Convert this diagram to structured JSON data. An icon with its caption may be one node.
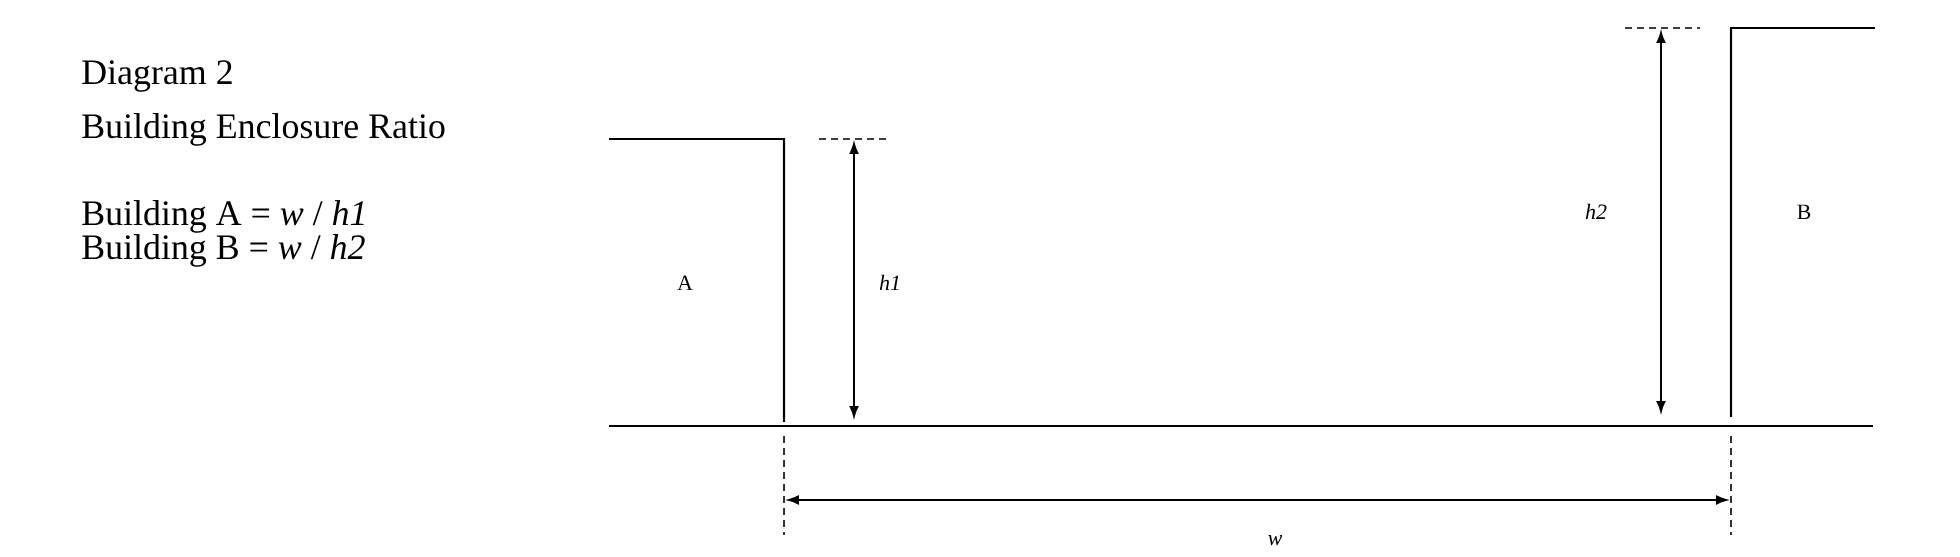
{
  "diagram": {
    "title": "Diagram 2",
    "labels": [
      "Building Enclosure Ratio",
      "Building A = *w* / *h1*",
      "Building B = *w* / *h2*",
      "A",
      "h1",
      "h2",
      "B",
      "w"
    ]
  }
}
